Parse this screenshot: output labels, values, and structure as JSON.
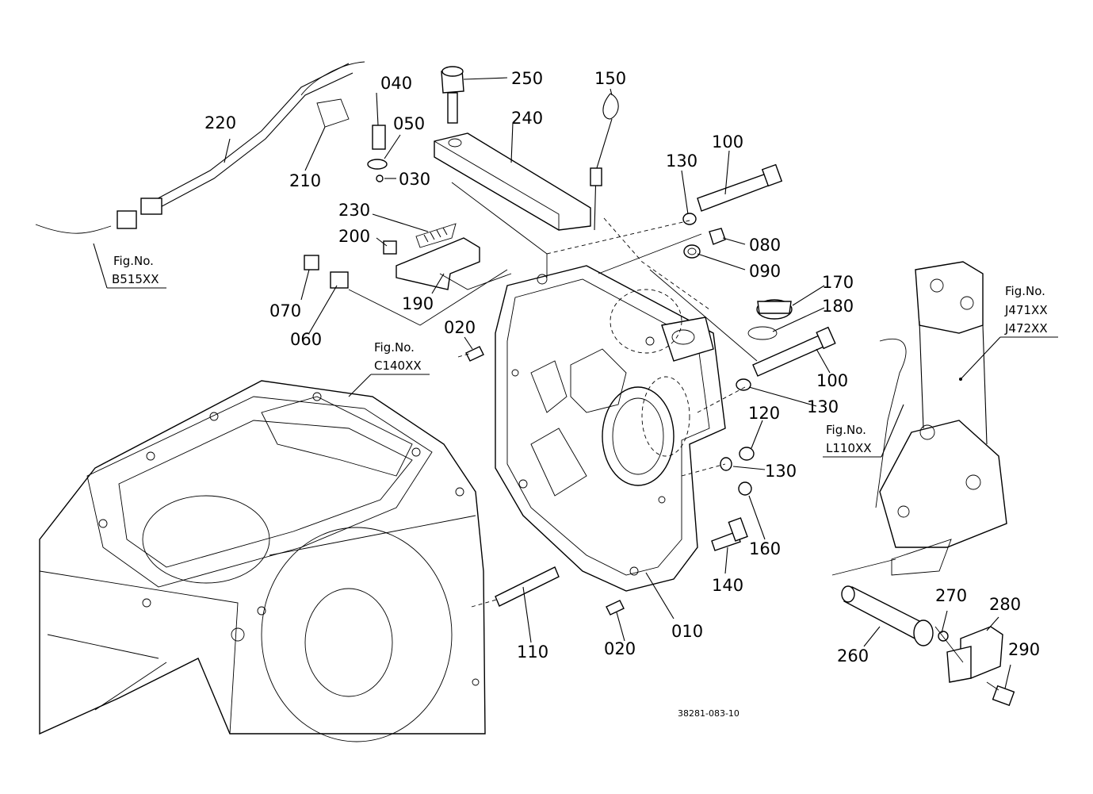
{
  "drawing_code": "38281-083-10",
  "part_labels": {
    "p010": "010",
    "p020a": "020",
    "p020b": "020",
    "p030": "030",
    "p040": "040",
    "p050": "050",
    "p060": "060",
    "p070": "070",
    "p080": "080",
    "p090": "090",
    "p100a": "100",
    "p100b": "100",
    "p110": "110",
    "p120": "120",
    "p130a": "130",
    "p130b": "130",
    "p130c": "130",
    "p140": "140",
    "p150": "150",
    "p160": "160",
    "p170": "170",
    "p180": "180",
    "p190": "190",
    "p200": "200",
    "p210": "210",
    "p220": "220",
    "p230": "230",
    "p240": "240",
    "p250": "250",
    "p260": "260",
    "p270": "270",
    "p280": "280",
    "p290": "290"
  },
  "figure_refs": {
    "b515": {
      "title": "Fig.No.",
      "code": "B515XX"
    },
    "c140": {
      "title": "Fig.No.",
      "code": "C140XX"
    },
    "l110": {
      "title": "Fig.No.",
      "code": "L110XX"
    },
    "j471": {
      "title": "Fig.No.",
      "code1": "J471XX",
      "code2": "J472XX"
    }
  }
}
